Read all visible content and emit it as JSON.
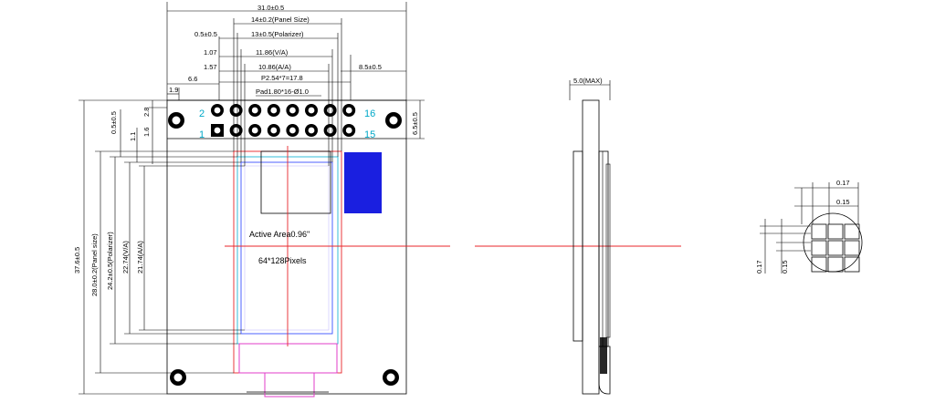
{
  "front_view": {
    "dim_overall_width": "31.0±0.5",
    "dim_panel_size": "14±0.2(Panel Size)",
    "dim_polarizer_width": "13±0.5(Polarizer)",
    "dim_va_width": "11.86(V/A)",
    "dim_aa_width": "10.86(A/A)",
    "dim_pitch": "P2.54*7=17.8",
    "dim_pad": "Pad1.80*16-Ø1.0",
    "dim_left_05": "0.5±0.5",
    "dim_left_107": "1.07",
    "dim_left_157": "1.57",
    "dim_66": "6.6",
    "dim_19": "1.9",
    "dim_right_85": "8.5±0.5",
    "dim_height_overall": "37.6±0.5",
    "dim_panel_height": "28.0±0.2(Panel size)",
    "dim_polarizer_height": "24.2±0.5(Polarizer)",
    "dim_va_height": "22.74(V/A)",
    "dim_aa_height": "21.74(A/A)",
    "dim_top_05": "0.5±0.5",
    "dim_11": "1.1",
    "dim_16": "1.6",
    "dim_28": "2.8",
    "dim_65": "6.5±0.5",
    "pin_2": "2",
    "pin_1": "1",
    "pin_16": "16",
    "pin_15": "15",
    "active_area": "Active Area0.96\"",
    "pixels": "64*128Pixels"
  },
  "side_view": {
    "dim_thickness": "5.0(MAX)"
  },
  "pixel_detail": {
    "dim_017_top": "0.17",
    "dim_015_top": "0.15",
    "dim_017_side": "0.17",
    "dim_015_side": "0.15"
  },
  "colors": {
    "outline": "#000000",
    "panel": "#e8252a",
    "active": "#3a52ff",
    "polarizer": "#21b7d6",
    "fpc": "#e23ec8",
    "ic_block": "#1a1fe0",
    "pin_label": "#00a8c8"
  }
}
